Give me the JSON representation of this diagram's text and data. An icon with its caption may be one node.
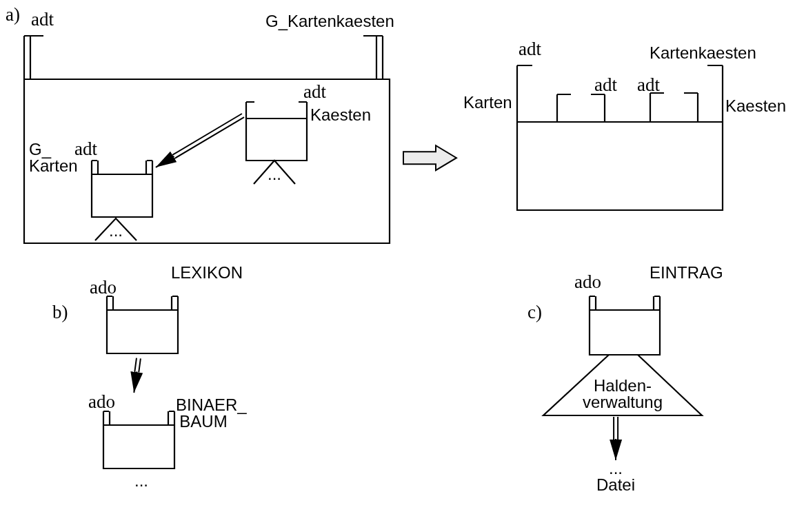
{
  "diagram": {
    "nodes": [
      {
        "text": [
          "adt",
          "G_Kartenkaesten"
        ]
      },
      {
        "text": [
          "adt",
          "Kaesten"
        ],
        "in": 0
      },
      {
        "text": [
          "..."
        ],
        "in": 0
      },
      {
        "text": [
          "G_ Karten",
          "adt"
        ],
        "in": 0
      },
      {
        "text": [
          "..."
        ],
        "in": 0
      },
      {
        "text": [
          "adt",
          "Kartenkaesten"
        ]
      },
      {
        "text": [
          "adt",
          "Karten"
        ],
        "in": 5
      },
      {
        "text": [
          "adt",
          "Kaesten"
        ],
        "in": 5
      },
      {
        "text": [
          "ado",
          "LEXIKON"
        ]
      },
      {
        "text": [
          "ado",
          "BINAER_ BAUM"
        ],
        "beside": [
          "..."
        ]
      },
      {
        "text": [
          "ado",
          "EINTRAG"
        ]
      },
      {
        "text": [
          "Halden- verwaltung"
        ]
      },
      {
        "text": [
          "... Datei"
        ]
      }
    ],
    "edges": [
      {
        "from": 1,
        "to": 3,
        "arrow": "to"
      },
      {
        "from": 0,
        "to": 5,
        "arrow": "to",
        "style": "thick"
      },
      {
        "from": 8,
        "to": 9,
        "arrow": "to"
      },
      {
        "from": 11,
        "to": 12,
        "arrow": "to"
      }
    ],
    "labels": [
      "a)",
      "b)",
      "c)"
    ]
  }
}
